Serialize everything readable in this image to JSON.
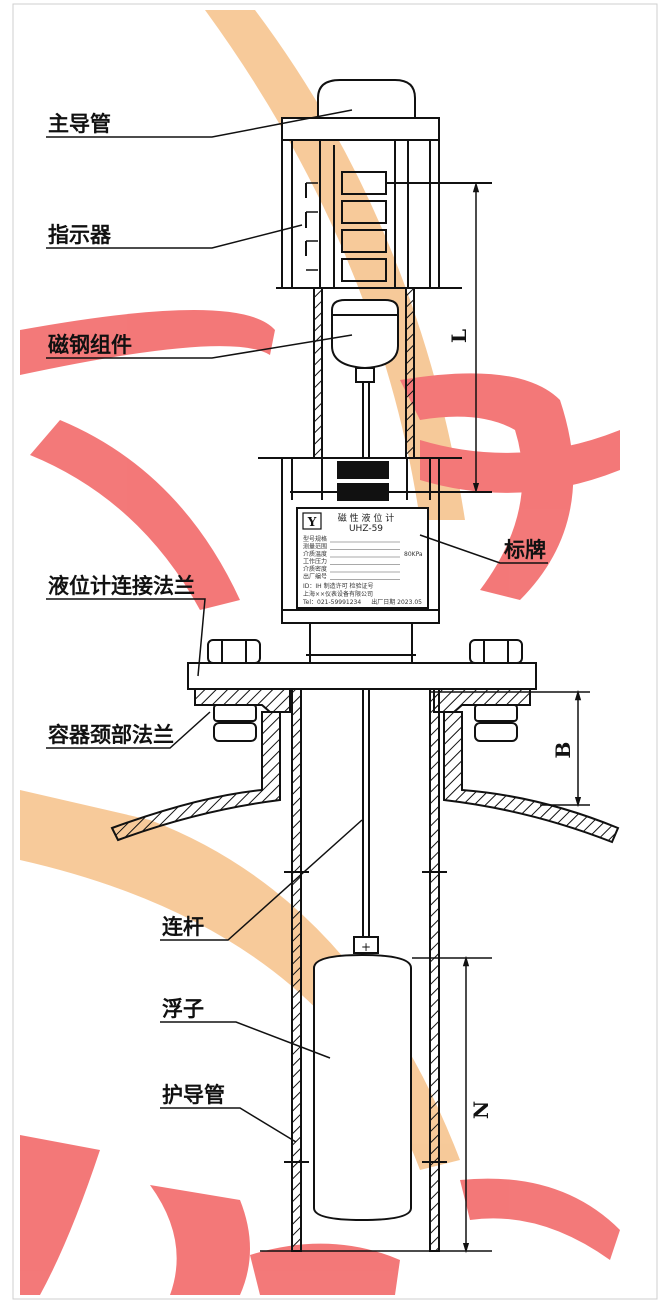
{
  "labels": {
    "main_guide_tube": "主导管",
    "indicator": "指示器",
    "magnet_assembly": "磁钢组件",
    "nameplate": "标牌",
    "gauge_flange": "液位计连接法兰",
    "vessel_neck_flange": "容器颈部法兰",
    "connecting_rod": "连杆",
    "float": "浮子",
    "protective_tube": "护导管"
  },
  "dimensions": {
    "L": "L",
    "B": "B",
    "N": "N"
  },
  "nameplate": {
    "title": "磁 性 液 位 计",
    "model": "UHZ-59",
    "field_rows": [
      "型号规格",
      "测量范围",
      "介质温度",
      "工作压力",
      "介质密度",
      "出厂编号"
    ],
    "value_rows": [
      "",
      "",
      "80KPa",
      "",
      "",
      ""
    ],
    "cert": "ID：IH 制造许可 检验证号",
    "maker": "上海××仪表设备有限公司",
    "footer_left": "Tel：021-59991234",
    "footer_right": "出厂日期 2023.05"
  },
  "colors": {
    "watermark_red": "#f05a5a",
    "watermark_orange": "#f2b77a",
    "line": "#111111"
  }
}
